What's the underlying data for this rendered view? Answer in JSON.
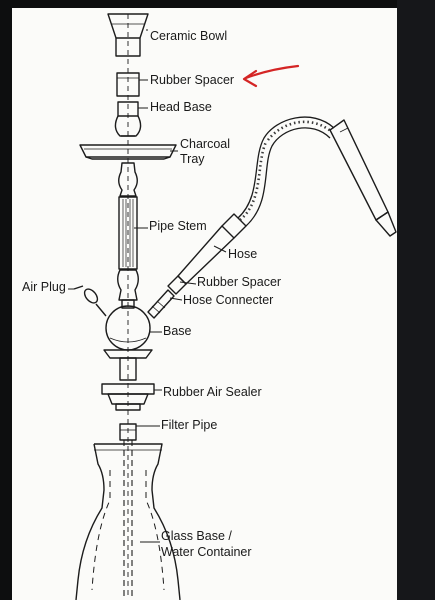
{
  "diagram": {
    "labels": {
      "ceramic_bowl": "Ceramic Bowl",
      "rubber_spacer_top": "Rubber Spacer",
      "head_base": "Head Base",
      "charcoal_tray_line1": "Charcoal",
      "charcoal_tray_line2": "Tray",
      "pipe_stem": "Pipe Stem",
      "hose": "Hose",
      "rubber_spacer_hose": "Rubber Spacer",
      "hose_connecter": "Hose Connecter",
      "air_plug": "Air Plug",
      "base": "Base",
      "rubber_air_sealer": "Rubber Air Sealer",
      "filter_pipe": "Filter Pipe",
      "glass_base_line1": "Glass Base /",
      "glass_base_line2": "Water Container"
    },
    "annotation": {
      "arrow_color": "#d42525",
      "points_to": "rubber_spacer_top"
    }
  }
}
